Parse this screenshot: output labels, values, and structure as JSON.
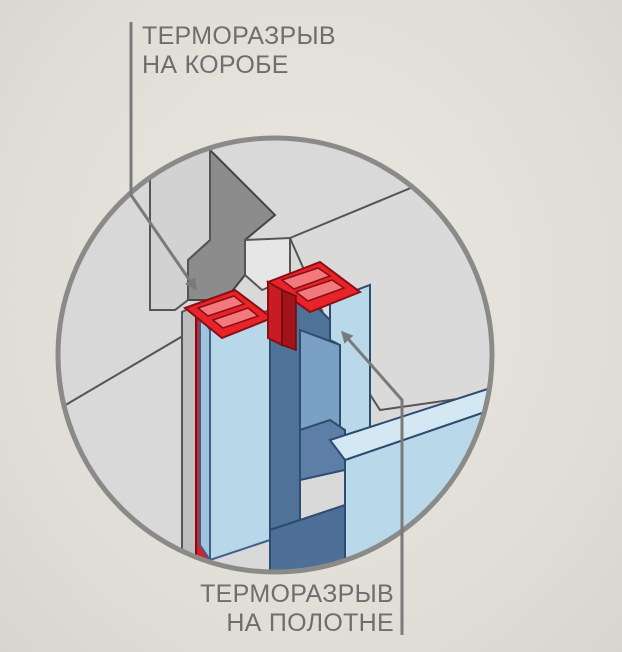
{
  "labels": {
    "frame": {
      "line1": "ТЕРМОРАЗРЫВ",
      "line2": "НА КОРОБЕ"
    },
    "leaf": {
      "line1": "ТЕРМОРАЗРЫВ",
      "line2": "НА ПОЛОТНЕ"
    }
  },
  "colors": {
    "background": "#e4e1da",
    "circle_outline": "#8a8a88",
    "frame_grey": "#d6d6d6",
    "frame_dark": "#8f8f8f",
    "leaf_light_blue": "#b9d8ea",
    "leaf_mid_blue": "#7a9ec0",
    "leaf_dark_blue": "#4d6f98",
    "thermal_break_red": "#e8232a",
    "thermal_break_dark_red": "#a0141a",
    "leader_line": "#7a7a7a"
  }
}
